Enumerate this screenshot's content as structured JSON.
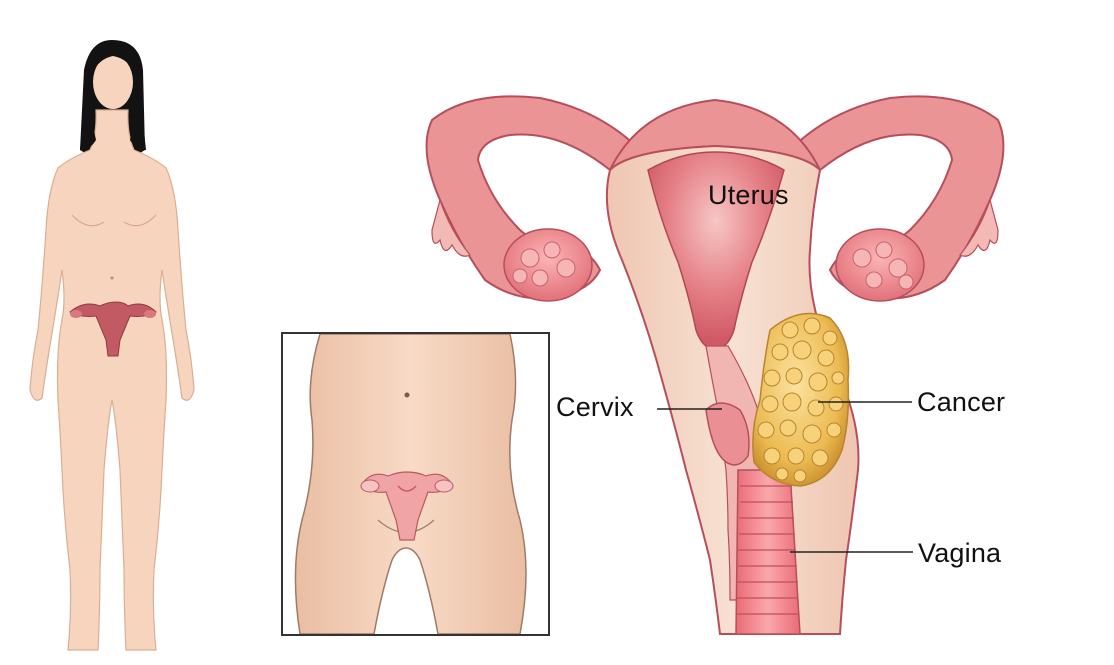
{
  "labels": {
    "uterus": "Uterus",
    "cervix": "Cervix",
    "cancer": "Cancer",
    "vagina": "Vagina"
  },
  "colors": {
    "skin": "#f6d3bd",
    "hair": "#111111",
    "uterus_outer": "#e98c8f",
    "uterus_wall": "#f3d3c1",
    "tumor": "#e7b748",
    "inset_border": "#333333"
  }
}
